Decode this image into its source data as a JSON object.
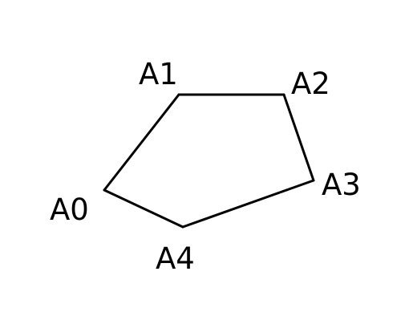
{
  "diagram": {
    "stroke_color": "#000000",
    "background_color": "#ffffff",
    "vertices": [
      {
        "id": "A0",
        "label": "A0"
      },
      {
        "id": "A1",
        "label": "A1"
      },
      {
        "id": "A2",
        "label": "A2"
      },
      {
        "id": "A3",
        "label": "A3"
      },
      {
        "id": "A4",
        "label": "A4"
      }
    ],
    "edges": [
      {
        "from": "A0",
        "to": "A1"
      },
      {
        "from": "A1",
        "to": "A2"
      },
      {
        "from": "A2",
        "to": "A3"
      },
      {
        "from": "A3",
        "to": "A4"
      },
      {
        "from": "A4",
        "to": "A0"
      }
    ]
  }
}
